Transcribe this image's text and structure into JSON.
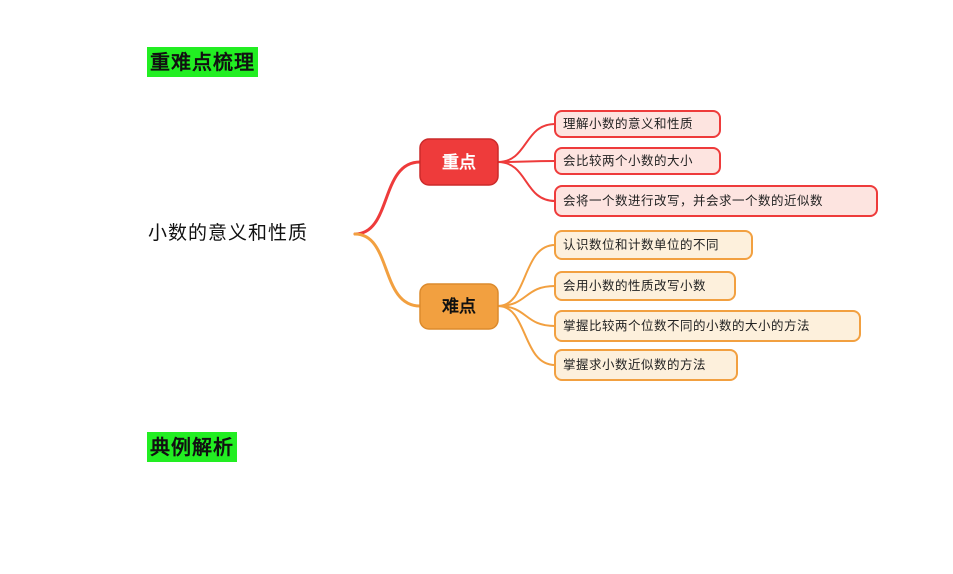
{
  "headings": {
    "key_points_title": "重难点梳理",
    "examples_title": "典例解析"
  },
  "mindmap": {
    "root": "小数的意义和性质",
    "colors": {
      "key": "#ee3b3b",
      "key_leaf_fill": "#fde4e0",
      "difficult": "#f2a040",
      "difficult_leaf_fill": "#fdf0dc"
    },
    "branches": [
      {
        "label": "重点",
        "items": [
          "理解小数的意义和性质",
          "会比较两个小数的大小",
          "会将一个数进行改写，并会求一个数的近似数"
        ]
      },
      {
        "label": "难点",
        "items": [
          "认识数位和计数单位的不同",
          "会用小数的性质改写小数",
          "掌握比较两个位数不同的小数的大小的方法",
          "掌握求小数近似数的方法"
        ]
      }
    ]
  }
}
